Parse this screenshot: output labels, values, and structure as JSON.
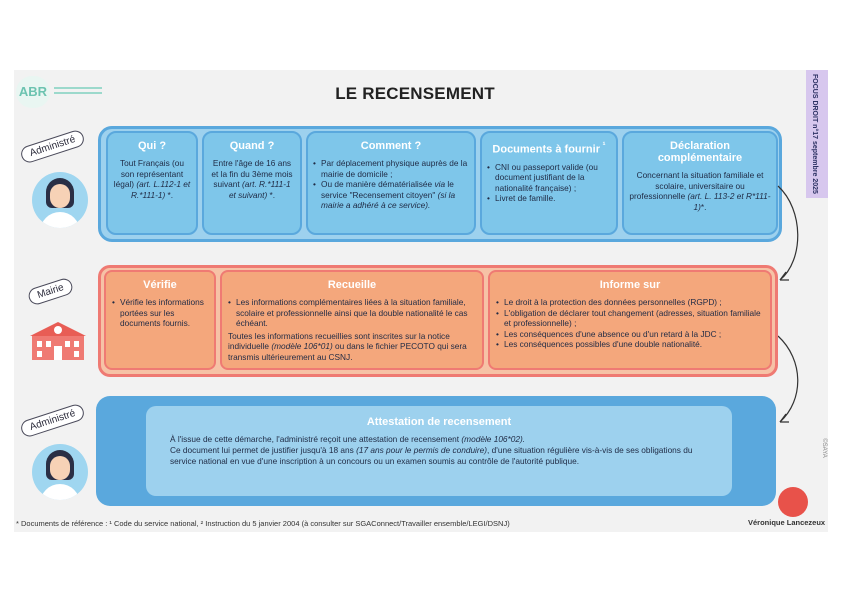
{
  "logo": {
    "text": "ABR"
  },
  "title": "LE RECENSEMENT",
  "focus_label": "FOCUS DROIT n°17 septembre 2025",
  "roles": {
    "administre_top": "Administré",
    "mairie": "Mairie",
    "administre_bottom": "Administré"
  },
  "top_boxes": {
    "qui": {
      "title": "Qui ?",
      "text_a": "Tout Français (ou son représentant légal) ",
      "text_b": "(art. L.112-1 et R.*111-1)",
      "sup": " *."
    },
    "quand": {
      "title": "Quand ?",
      "text_a": "Entre l'âge de 16 ans et la fin du 3ème mois suivant ",
      "text_b": "(art. R.*111-1 et suivant)",
      "sup": " *."
    },
    "comment": {
      "title": "Comment ?",
      "item1": "Par déplacement physique auprès de la mairie de domicile ;",
      "item2_a": "Ou de manière dématérialisée ",
      "item2_via": "via",
      "item2_b": " le service \"Recensement citoyen\" ",
      "item2_c": "(si la mairie a adhéré à ce service)."
    },
    "documents": {
      "title": "Documents à fournir",
      "title_sup": " ¹",
      "item1": "CNI ou passeport valide (ou document justifiant de la nationalité française) ;",
      "item2": "Livret de famille."
    },
    "declaration": {
      "title": "Déclaration complémentaire",
      "text_a": "Concernant la situation familiale et scolaire, universitaire ou professionnelle ",
      "text_b": "(art. L. 113-2 et R*111-1)",
      "text_c": "*."
    }
  },
  "mairie_boxes": {
    "verifie": {
      "title": "Vérifie",
      "item1": "Vérifie les informations portées sur les documents fournis."
    },
    "recueille": {
      "title": "Recueille",
      "item1": "Les informations complémentaires liées à la situation familiale, scolaire et professionnelle ainsi que la double nationalité le cas échéant.",
      "para_a": "Toutes les informations recueillies sont inscrites sur la notice individuelle ",
      "para_b": "(modèle 106*01)",
      "para_c": " ou dans le fichier PECOTO qui sera transmis ultérieurement au CSNJ."
    },
    "informe": {
      "title": "Informe sur",
      "items": [
        "Le droit à la protection des données personnelles (RGPD) ;",
        "L'obligation de déclarer tout changement (adresses, situation familiale et professionnelle) ;",
        "Les conséquences d'une absence ou d'un retard à la JDC ;",
        "Les conséquences possibles d'une double nationalité."
      ]
    }
  },
  "attestation": {
    "title": "Attestation de recensement",
    "line1_a": "À l'issue de cette démarche, l'administré reçoit une attestation de recensement ",
    "line1_b": "(modèle 106*02).",
    "line2_a": "Ce document lui permet de justifier jusqu'à 18 ans ",
    "line2_b": "(17 ans pour le permis de conduire)",
    "line2_c": ", d'une situation régulière vis-à-vis de ses obligations du service national en vue d'une inscription à un concours ou un examen soumis au contrôle de l'autorité publique."
  },
  "footnote": "* Documents de référence : ¹ Code du service national, ² Instruction du 5 janvier 2004 (à consulter sur SGAConnect/Travailler ensemble/LEGI/DSNJ)",
  "author": "Véronique Lancezeux",
  "signature": "©SAYA",
  "colors": {
    "blue_band": "#9dd1ee",
    "blue_box": "#7ec6ea",
    "blue_border": "#5aa8dd",
    "orange_band": "#f6c2a6",
    "orange_box": "#f4a77c",
    "red_border": "#ef7a73",
    "dark_blue": "#5aa8dd"
  }
}
